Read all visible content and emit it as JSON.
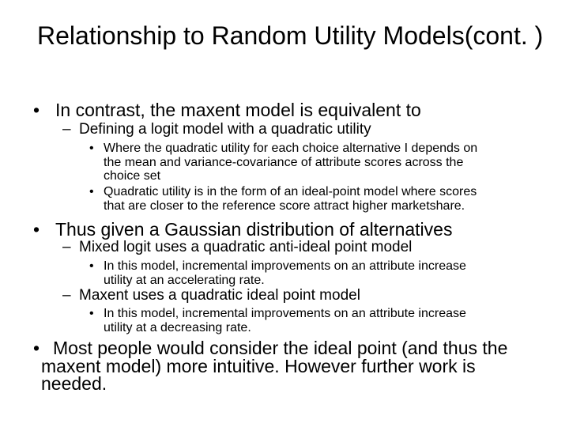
{
  "slide": {
    "title": "Relationship to Random Utility Models(cont. )",
    "background_color": "#ffffff",
    "text_color": "#000000"
  },
  "content": {
    "items": [
      {
        "level": 1,
        "marker": "•",
        "lines": [
          "In contrast, the maxent model is equivalent to"
        ]
      },
      {
        "level": 2,
        "marker": "–",
        "lines": [
          "Defining a logit model with a quadratic utility"
        ]
      },
      {
        "level": 3,
        "marker": "•",
        "lines": [
          "Where the quadratic utility for each choice alternative I depends on",
          "the mean and variance-covariance of attribute scores across the",
          "choice set"
        ]
      },
      {
        "level": 3,
        "marker": "•",
        "lines": [
          "Quadratic utility is in the form of an ideal-point model where scores",
          "that are closer to the reference score attract higher marketshare."
        ]
      },
      {
        "level": 1,
        "marker": "•",
        "lines": [
          "Thus given a Gaussian distribution of alternatives"
        ]
      },
      {
        "level": 2,
        "marker": "–",
        "lines": [
          "Mixed logit uses a quadratic anti-ideal point model"
        ]
      },
      {
        "level": 3,
        "marker": "•",
        "lines": [
          "In this model, incremental improvements on an attribute increase",
          "utility at an accelerating rate."
        ]
      },
      {
        "level": 2,
        "marker": "–",
        "lines": [
          "Maxent uses a quadratic ideal point model"
        ]
      },
      {
        "level": 3,
        "marker": "•",
        "lines": [
          "In this model, incremental improvements on an attribute increase",
          "utility at a decreasing rate."
        ]
      },
      {
        "level": 1,
        "marker": "•",
        "lines": [
          "Most people would consider the ideal point (and thus the",
          "maxent model) more intuitive. However further work is",
          "needed."
        ]
      }
    ]
  }
}
